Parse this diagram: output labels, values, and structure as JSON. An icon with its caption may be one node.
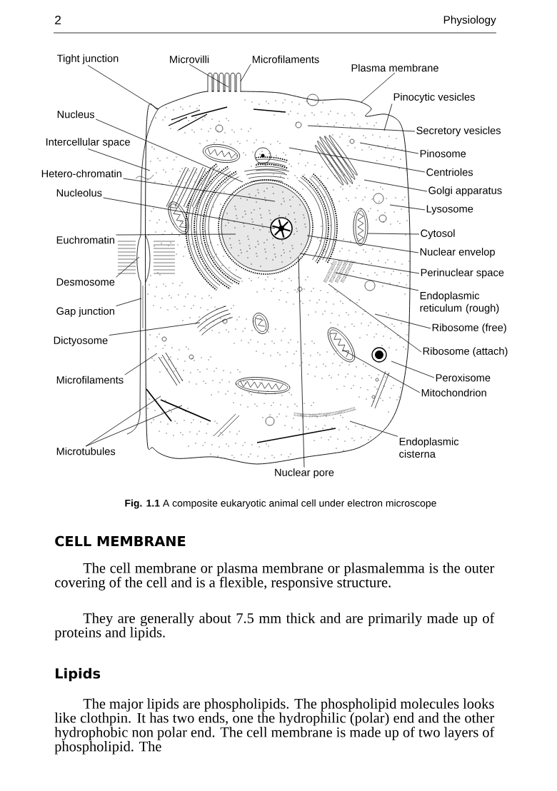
{
  "diagram": {
    "caption": "**Fig. 1.1** A composite eukaryotic animal cell under electron microscope",
    "nodes": [
      {
        "text": [
          "Tight junction"
        ]
      },
      {
        "text": [
          "Microvilli"
        ]
      },
      {
        "text": [
          "Microfilaments"
        ]
      },
      {
        "text": [
          "Plasma membrane"
        ]
      },
      {
        "text": [
          "Pinocytic vesicles"
        ]
      },
      {
        "text": [
          "Nucleus"
        ]
      },
      {
        "text": [
          "Secretory vesicles"
        ]
      },
      {
        "text": [
          "Intercellular space"
        ]
      },
      {
        "text": [
          "Pinosome"
        ]
      },
      {
        "text": [
          "Hetero-chromatin"
        ]
      },
      {
        "text": [
          "Centrioles"
        ]
      },
      {
        "text": [
          "Golgi apparatus"
        ]
      },
      {
        "text": [
          "Nucleolus"
        ]
      },
      {
        "text": [
          "Lysosome"
        ]
      },
      {
        "text": [
          "Euchromatin"
        ]
      },
      {
        "text": [
          "Cytosol"
        ]
      },
      {
        "text": [
          "Nuclear envelop"
        ]
      },
      {
        "text": [
          "Desmosome"
        ]
      },
      {
        "text": [
          "Perinuclear space"
        ]
      },
      {
        "text": [
          "Gap junction"
        ]
      },
      {
        "text": [
          "Endoplasmic reticulum (rough)"
        ]
      },
      {
        "text": [
          "Ribosome (free)"
        ]
      },
      {
        "text": [
          "Dictyosome"
        ]
      },
      {
        "text": [
          "Ribosome (attach)"
        ]
      },
      {
        "text": [
          "Microfilaments"
        ]
      },
      {
        "text": [
          "Peroxisome"
        ]
      },
      {
        "text": [
          "Mitochondrion"
        ]
      },
      {
        "text": [
          "Microtubules"
        ]
      },
      {
        "text": [
          "Endoplasmic cisterna"
        ]
      },
      {
        "text": [
          "Nuclear pore"
        ]
      }
    ],
    "edges": [
      {
        "from": 0,
        "to": null,
        "arrow": "none"
      },
      {
        "from": 1,
        "to": null,
        "arrow": "none"
      },
      {
        "from": 2,
        "to": null,
        "arrow": "none"
      },
      {
        "from": 3,
        "to": null,
        "arrow": "none"
      },
      {
        "from": 4,
        "to": null,
        "arrow": "none"
      },
      {
        "from": 5,
        "to": null,
        "arrow": "none"
      },
      {
        "from": 6,
        "to": null,
        "arrow": "none"
      },
      {
        "from": 7,
        "to": null,
        "arrow": "none"
      },
      {
        "from": 8,
        "to": null,
        "arrow": "none"
      },
      {
        "from": 9,
        "to": null,
        "arrow": "none"
      },
      {
        "from": 10,
        "to": null,
        "arrow": "none"
      },
      {
        "from": 11,
        "to": null,
        "arrow": "none"
      },
      {
        "from": 12,
        "to": null,
        "arrow": "none"
      },
      {
        "from": 13,
        "to": null,
        "arrow": "none"
      },
      {
        "from": 14,
        "to": null,
        "arrow": "none"
      },
      {
        "from": 15,
        "to": null,
        "arrow": "none"
      },
      {
        "from": 16,
        "to": null,
        "arrow": "none"
      },
      {
        "from": 17,
        "to": null,
        "arrow": "none"
      },
      {
        "from": 18,
        "to": null,
        "arrow": "none"
      },
      {
        "from": 19,
        "to": null,
        "arrow": "none"
      },
      {
        "from": 20,
        "to": null,
        "arrow": "none"
      },
      {
        "from": 21,
        "to": null,
        "arrow": "none"
      },
      {
        "from": 22,
        "to": null,
        "arrow": "none"
      },
      {
        "from": 23,
        "to": null,
        "arrow": "none"
      },
      {
        "from": 24,
        "to": null,
        "arrow": "none"
      },
      {
        "from": 25,
        "to": null,
        "arrow": "none"
      },
      {
        "from": 26,
        "to": null,
        "arrow": "none"
      },
      {
        "from": 27,
        "to": null,
        "arrow": "none"
      },
      {
        "from": 27,
        "to": null,
        "arrow": "none"
      },
      {
        "from": 28,
        "to": null,
        "arrow": "none"
      },
      {
        "from": 29,
        "to": null,
        "arrow": "none"
      }
    ],
    "labels": [
      "2",
      "Physiology",
      "CELL MEMBRANE",
      "The cell membrane or plasma membrane or plasmalemma is the outer covering of the cell and is a flexible, responsive structure.",
      "They are generally about 7.5 mm thick and are primarily made up of proteins and lipids.",
      "Lipids",
      "The major lipids are phospholipids. The phospholipid molecules looks like clothpin. It has two ends, one the hydrophilic (polar) end and the other hydrophobic non polar end. The cell membrane is made up of two layers of phospholipid. The"
    ]
  }
}
